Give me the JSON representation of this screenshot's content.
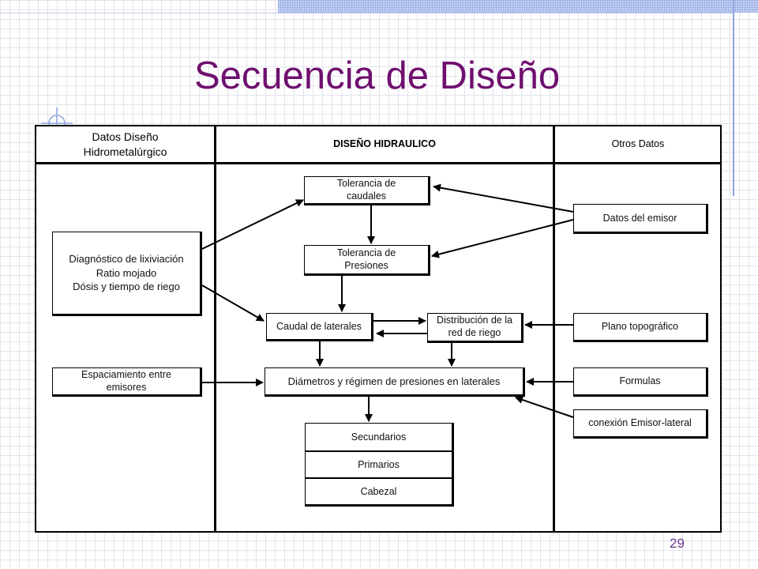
{
  "slide": {
    "title": "Secuencia de Diseño",
    "page_number": "29"
  },
  "columns": {
    "left_line1": "Datos Diseño",
    "left_line2": "Hidrometalúrgico",
    "middle": "DISEÑO HIDRAULICO",
    "right": "Otros Datos"
  },
  "left_boxes": {
    "diagnostico_line1": "Diagnóstico de lixiviación",
    "diagnostico_line2": "Ratio mojado",
    "diagnostico_line3": "Dósis y tiempo de riego",
    "espaciamiento_line1": "Espaciamiento entre",
    "espaciamiento_line2": "emisores"
  },
  "middle_boxes": {
    "tolerancia_caudales_line1": "Tolerancia de",
    "tolerancia_caudales_line2": "caudales",
    "tolerancia_presiones_line1": "Tolerancia de",
    "tolerancia_presiones_line2": "Presiones",
    "caudal_laterales": "Caudal de laterales",
    "distribucion_line1": "Distribución de la",
    "distribucion_line2": "red de riego",
    "diametros": "Diámetros y régimen de presiones  en laterales",
    "secundarios": "Secundarios",
    "primarios": "Primarios",
    "cabezal": "Cabezal"
  },
  "right_boxes": {
    "datos_emisor": "Datos del emisor",
    "plano_topografico": "Plano topográfico",
    "formulas": "Formulas",
    "conexion": "conexión  Emisor-lateral"
  }
}
